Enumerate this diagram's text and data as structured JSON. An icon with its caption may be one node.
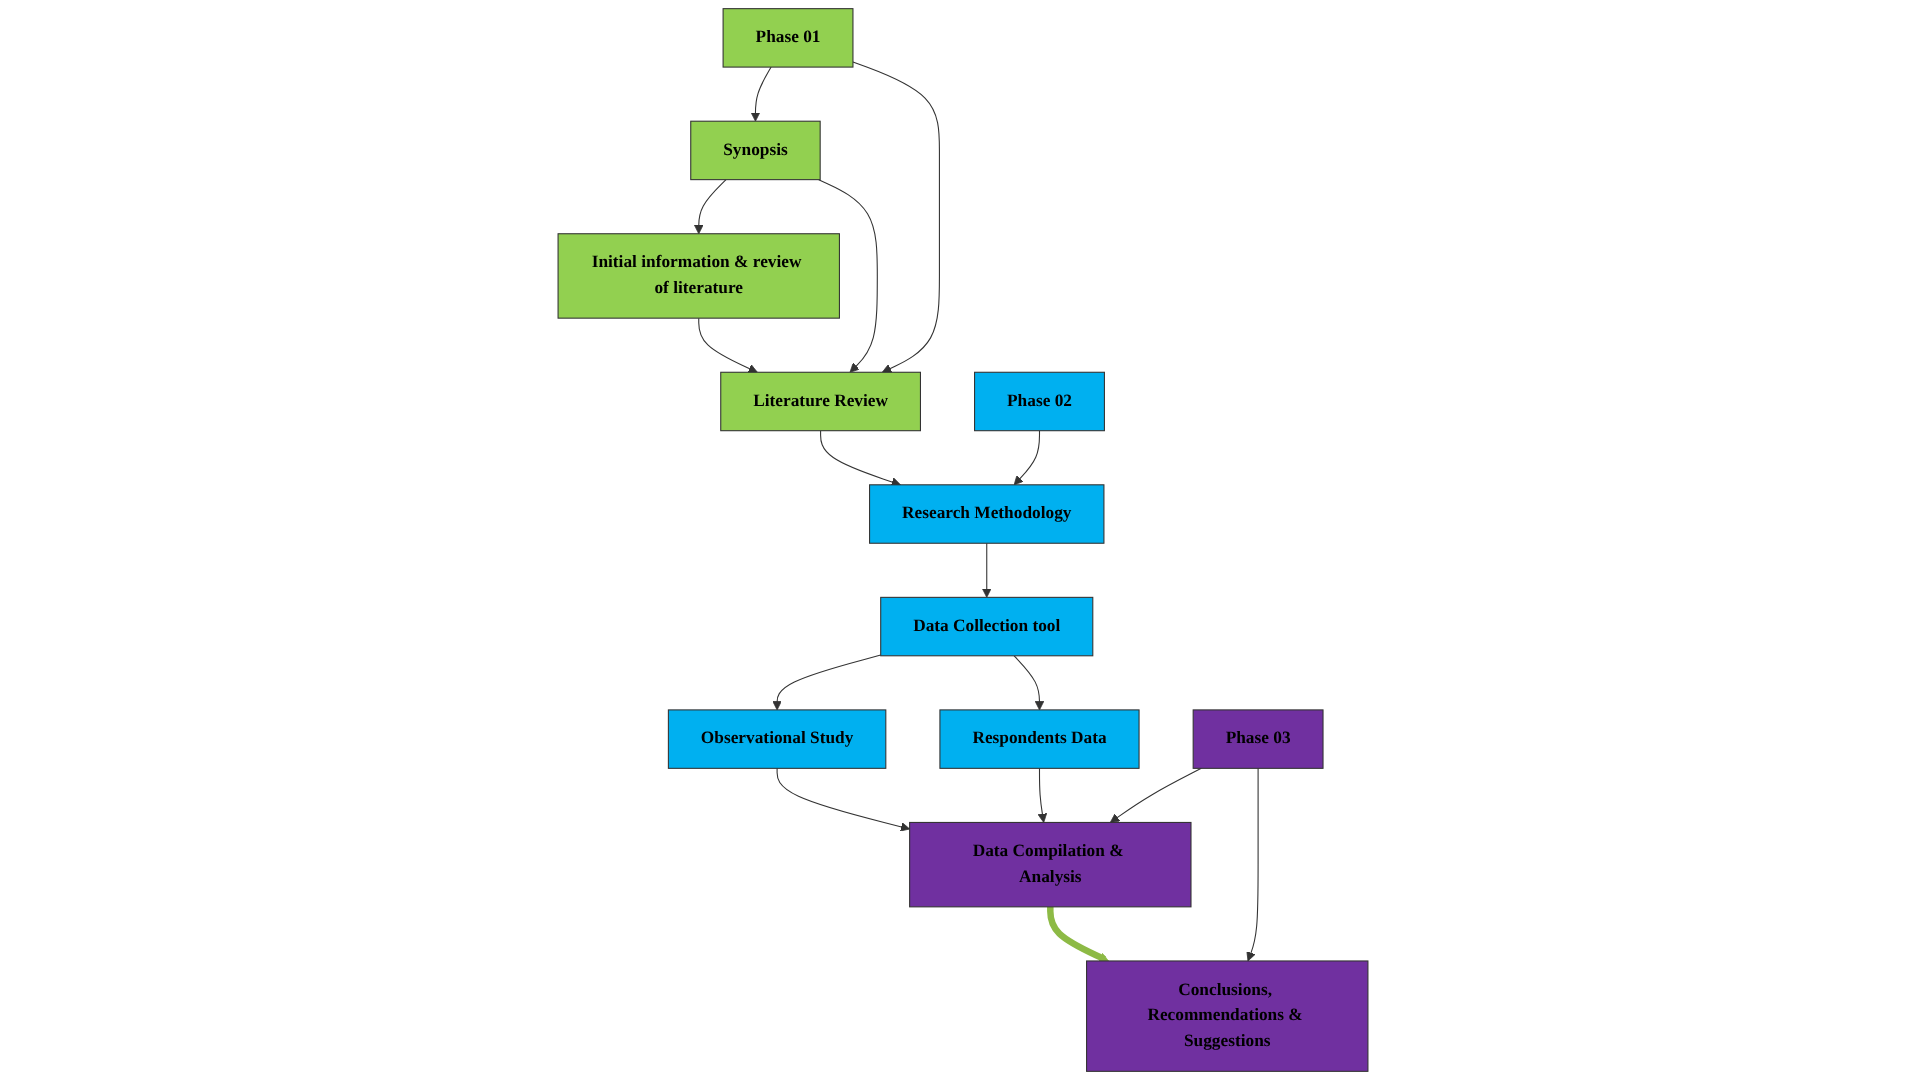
{
  "diagram": {
    "nodes": [
      {
        "text": [
          "Phase 01"
        ]
      },
      {
        "text": [
          "Synopsis"
        ]
      },
      {
        "text": [
          "Initial information & review of literature"
        ]
      },
      {
        "text": [
          "Literature Review"
        ]
      },
      {
        "text": [
          "Phase 02"
        ]
      },
      {
        "text": [
          "Research Methodology"
        ]
      },
      {
        "text": [
          "Data Collection tool"
        ]
      },
      {
        "text": [
          "Observational Study"
        ]
      },
      {
        "text": [
          "Respondents Data"
        ]
      },
      {
        "text": [
          "Phase 03"
        ]
      },
      {
        "text": [
          "Data Compilation & Analysis"
        ]
      },
      {
        "text": [
          "Conclusions, Recommendations & Suggestions"
        ]
      }
    ],
    "edges": [
      {
        "from": 0,
        "to": 1,
        "arrow": "to"
      },
      {
        "from": 0,
        "to": 3,
        "arrow": "to"
      },
      {
        "from": 1,
        "to": 2,
        "arrow": "to"
      },
      {
        "from": 1,
        "to": 3,
        "arrow": "to"
      },
      {
        "from": 2,
        "to": 3,
        "arrow": "to"
      },
      {
        "from": 3,
        "to": 5,
        "arrow": "to"
      },
      {
        "from": 4,
        "to": 5,
        "arrow": "to"
      },
      {
        "from": 5,
        "to": 6,
        "arrow": "to"
      },
      {
        "from": 6,
        "to": 7,
        "arrow": "to"
      },
      {
        "from": 6,
        "to": 8,
        "arrow": "to"
      },
      {
        "from": 7,
        "to": 10,
        "arrow": "to"
      },
      {
        "from": 8,
        "to": 10,
        "arrow": "to"
      },
      {
        "from": 9,
        "to": 10,
        "arrow": "to"
      },
      {
        "from": 9,
        "to": 11,
        "arrow": "to"
      },
      {
        "from": 10,
        "to": 11,
        "arrow": "to",
        "style": "thick",
        "color": "#8dba45"
      }
    ]
  }
}
